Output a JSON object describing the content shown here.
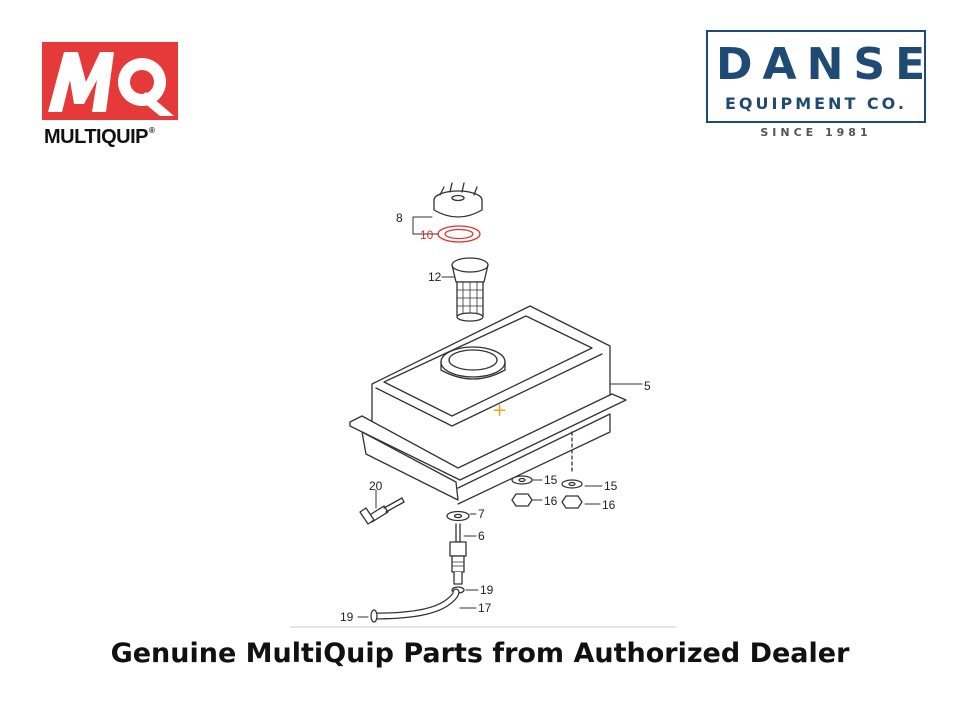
{
  "logos": {
    "multiquip": {
      "badge_text": "MQ",
      "wordmark": "MULTIQUIP",
      "registered": "®",
      "color": "#e6393a"
    },
    "danse": {
      "name": "DANSE",
      "subtitle": "EQUIPMENT CO.",
      "since": "SINCE 1981",
      "color": "#1e4a73"
    }
  },
  "diagram": {
    "callouts": [
      {
        "label": "8",
        "highlight": false
      },
      {
        "label": "10",
        "highlight": true
      },
      {
        "label": "12",
        "highlight": false
      },
      {
        "label": "5",
        "highlight": false
      },
      {
        "label": "15",
        "highlight": false
      },
      {
        "label": "15",
        "highlight": false
      },
      {
        "label": "16",
        "highlight": false
      },
      {
        "label": "16",
        "highlight": false
      },
      {
        "label": "20",
        "highlight": false
      },
      {
        "label": "7",
        "highlight": false
      },
      {
        "label": "6",
        "highlight": false
      },
      {
        "label": "19",
        "highlight": false
      },
      {
        "label": "19",
        "highlight": false
      },
      {
        "label": "17",
        "highlight": false
      }
    ],
    "marker": "+",
    "highlight_color": "#e03030",
    "marker_color": "#f0a020"
  },
  "caption": "Genuine MultiQuip Parts from Authorized Dealer"
}
